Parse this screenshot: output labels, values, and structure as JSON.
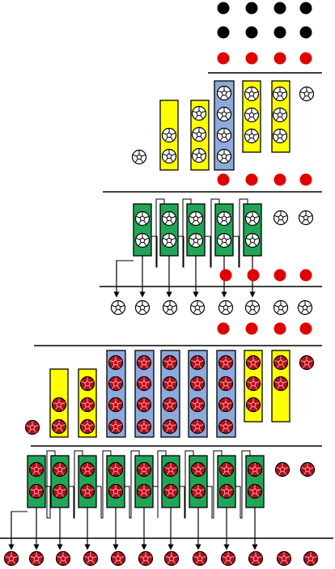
{
  "colors": {
    "black_dot": "#000000",
    "red_dot": "#e00000",
    "dark_red_ball": "#b0101c",
    "white_ball_fill": "#ffffff",
    "yellow_box": "#ffff00",
    "blue_box": "#8ea9db",
    "green_box": "#21a557",
    "divider": "#000000",
    "outline": "#000000"
  },
  "icons": {
    "plain_dot": "filled-circle",
    "ball": "soccer-ball-icon"
  },
  "sections": [
    {
      "name": "white-stage-assembly",
      "ball_color": "white"
    },
    {
      "name": "white-stage-output",
      "ball_color": "white"
    },
    {
      "name": "red-stage-assembly",
      "ball_color": "red"
    },
    {
      "name": "red-stage-output",
      "ball_color": "red"
    }
  ]
}
